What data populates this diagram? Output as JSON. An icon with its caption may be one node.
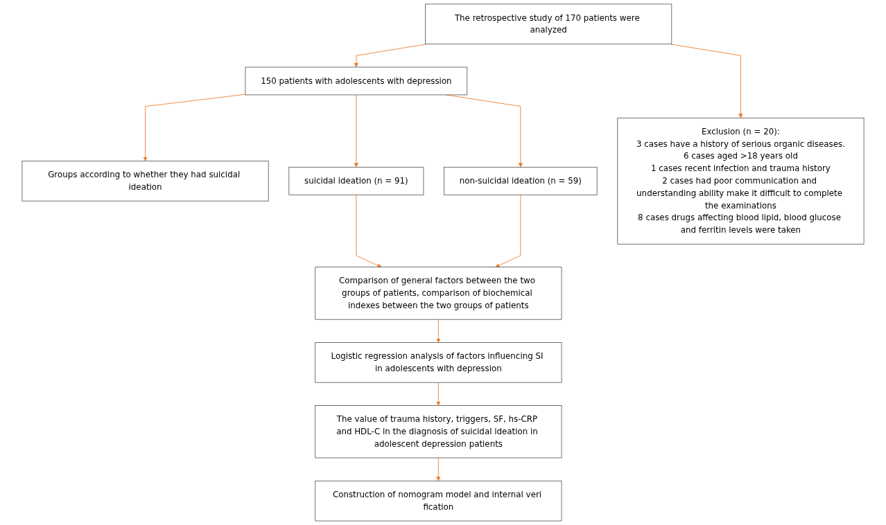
{
  "diagram": {
    "nodes": [
      {
        "text": [
          "The retrospective study of 170 patients were analyzed"
        ]
      },
      {
        "text": [
          "Exclusion (n = 20):",
          "3 cases have a history of serious organic diseases.",
          "6 cases aged >18 years old",
          "1 cases recent infection and trauma history",
          "2 cases had poor communication and understanding ability make it difficult to complete the examinations",
          "8 cases drugs affecting blood lipid, blood glucose and ferritin levels were taken"
        ]
      },
      {
        "text": [
          "150 patients with adolescents with depression"
        ]
      },
      {
        "text": [
          "Groups according to whether they had suicidal ideation"
        ]
      },
      {
        "text": [
          "suicidal ideation (n = 91)"
        ]
      },
      {
        "text": [
          "non-suicidal ideation (n = 59)"
        ]
      },
      {
        "text": [
          "Comparison of general factors between the two groups of patients, comparison of biochemical indexes between the two groups of patients"
        ]
      },
      {
        "text": [
          "Logistic regression analysis of factors influencing SI in adolescents with depression"
        ]
      },
      {
        "text": [
          "The value of trauma history, triggers, SF, hs-CRP and HDL-C in the diagnosis of suicidal ideation in adolescent depression patients"
        ]
      },
      {
        "text": [
          "Construction of nomogram model and internal veri fication"
        ]
      }
    ],
    "edges": [
      {
        "from": 0,
        "to": 2,
        "arrow": "to"
      },
      {
        "from": 0,
        "to": 1,
        "arrow": "to"
      },
      {
        "from": 2,
        "to": 3,
        "arrow": "to"
      },
      {
        "from": 2,
        "to": 4,
        "arrow": "to"
      },
      {
        "from": 2,
        "to": 5,
        "arrow": "to"
      },
      {
        "from": 4,
        "to": 6,
        "arrow": "to"
      },
      {
        "from": 5,
        "to": 6,
        "arrow": "to"
      },
      {
        "from": 6,
        "to": 7,
        "arrow": "to"
      },
      {
        "from": 7,
        "to": 8,
        "arrow": "to"
      },
      {
        "from": 8,
        "to": 9,
        "arrow": "to"
      }
    ]
  }
}
